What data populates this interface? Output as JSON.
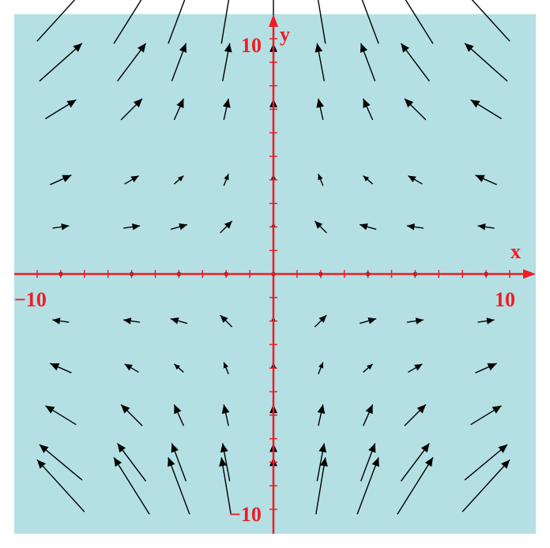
{
  "chart_data": {
    "type": "vector-field",
    "title": "",
    "xlabel": "x",
    "ylabel": "y",
    "xlim": [
      -11,
      11
    ],
    "ylim": [
      -11,
      11
    ],
    "tick_labels": {
      "x_min": "−10",
      "x_max": "10",
      "y_max": "10",
      "y_min": "−10"
    },
    "grid": false,
    "colors": {
      "background": "#b4e0e4",
      "axes": "#ee1c24",
      "arrows": "#000000"
    },
    "x": [
      -9,
      -6,
      -4,
      -2,
      0,
      2,
      4,
      6,
      9
    ],
    "y": [
      11,
      9,
      7,
      4,
      2,
      0,
      -2,
      -4,
      -6,
      -8,
      -9
    ],
    "vectors": [
      {
        "x": -9,
        "y": 11,
        "u": 2.0,
        "v": 2.2
      },
      {
        "x": -6,
        "y": 11,
        "u": 1.5,
        "v": 2.4
      },
      {
        "x": -4,
        "y": 11,
        "u": 0.9,
        "v": 2.4
      },
      {
        "x": -2,
        "y": 11,
        "u": 0.4,
        "v": 2.4
      },
      {
        "x": 0,
        "y": 11,
        "u": 0,
        "v": 2.4
      },
      {
        "x": 2,
        "y": 11,
        "u": -0.4,
        "v": 2.4
      },
      {
        "x": 4,
        "y": 11,
        "u": -0.9,
        "v": 2.4
      },
      {
        "x": 6,
        "y": 11,
        "u": -1.5,
        "v": 2.4
      },
      {
        "x": 9,
        "y": 11,
        "u": -2.0,
        "v": 2.2
      },
      {
        "x": -9,
        "y": 9,
        "u": 1.8,
        "v": 1.6
      },
      {
        "x": -6,
        "y": 9,
        "u": 1.2,
        "v": 1.6
      },
      {
        "x": -4,
        "y": 9,
        "u": 0.6,
        "v": 1.6
      },
      {
        "x": -2,
        "y": 9,
        "u": 0.3,
        "v": 1.6
      },
      {
        "x": 0,
        "y": 9,
        "u": 0,
        "v": 1.6
      },
      {
        "x": 2,
        "y": 9,
        "u": -0.3,
        "v": 1.6
      },
      {
        "x": 4,
        "y": 9,
        "u": -0.6,
        "v": 1.6
      },
      {
        "x": 6,
        "y": 9,
        "u": -1.2,
        "v": 1.6
      },
      {
        "x": 9,
        "y": 9,
        "u": -1.8,
        "v": 1.6
      },
      {
        "x": -9,
        "y": 7,
        "u": 1.3,
        "v": 0.8
      },
      {
        "x": -6,
        "y": 7,
        "u": 0.9,
        "v": 0.9
      },
      {
        "x": -4,
        "y": 7,
        "u": 0.4,
        "v": 0.9
      },
      {
        "x": -2,
        "y": 7,
        "u": 0.2,
        "v": 0.9
      },
      {
        "x": 0,
        "y": 7,
        "u": 0,
        "v": 0.9
      },
      {
        "x": 2,
        "y": 7,
        "u": -0.2,
        "v": 0.9
      },
      {
        "x": 4,
        "y": 7,
        "u": -0.4,
        "v": 0.9
      },
      {
        "x": 6,
        "y": 7,
        "u": -0.9,
        "v": 0.9
      },
      {
        "x": 9,
        "y": 7,
        "u": -1.3,
        "v": 0.8
      },
      {
        "x": -9,
        "y": 4,
        "u": 0.9,
        "v": 0.4
      },
      {
        "x": -6,
        "y": 4,
        "u": 0.6,
        "v": 0.35
      },
      {
        "x": -4,
        "y": 4,
        "u": 0.4,
        "v": 0.35
      },
      {
        "x": -2,
        "y": 4,
        "u": 0.2,
        "v": 0.5
      },
      {
        "x": 0,
        "y": 4,
        "u": 0,
        "v": 0.5
      },
      {
        "x": 2,
        "y": 4,
        "u": -0.2,
        "v": 0.5
      },
      {
        "x": 4,
        "y": 4,
        "u": -0.4,
        "v": 0.35
      },
      {
        "x": 6,
        "y": 4,
        "u": -0.6,
        "v": 0.35
      },
      {
        "x": 9,
        "y": 4,
        "u": -0.9,
        "v": 0.4
      },
      {
        "x": -9,
        "y": 2,
        "u": 0.7,
        "v": 0.1
      },
      {
        "x": -6,
        "y": 2,
        "u": 0.7,
        "v": 0.1
      },
      {
        "x": -4,
        "y": 2,
        "u": 0.7,
        "v": 0.2
      },
      {
        "x": -2,
        "y": 2,
        "u": 0.5,
        "v": 0.5
      },
      {
        "x": 0,
        "y": 2,
        "u": 0,
        "v": 0.4
      },
      {
        "x": 2,
        "y": 2,
        "u": -0.5,
        "v": 0.5
      },
      {
        "x": 4,
        "y": 2,
        "u": -0.7,
        "v": 0.2
      },
      {
        "x": 6,
        "y": 2,
        "u": -0.7,
        "v": 0.1
      },
      {
        "x": 9,
        "y": 2,
        "u": -0.7,
        "v": 0.1
      },
      {
        "x": -9,
        "y": 0,
        "u": 0,
        "v": 0
      },
      {
        "x": -6,
        "y": 0,
        "u": 0,
        "v": 0
      },
      {
        "x": -4,
        "y": 0,
        "u": 0,
        "v": 0
      },
      {
        "x": -2,
        "y": 0,
        "u": 0,
        "v": 0
      },
      {
        "x": 0,
        "y": 0,
        "u": 0,
        "v": 0
      },
      {
        "x": 2,
        "y": 0,
        "u": 0,
        "v": 0
      },
      {
        "x": 4,
        "y": 0,
        "u": 0,
        "v": 0
      },
      {
        "x": 6,
        "y": 0,
        "u": 0,
        "v": 0
      },
      {
        "x": 9,
        "y": 0,
        "u": 0,
        "v": 0
      },
      {
        "x": -9,
        "y": -2,
        "u": -0.7,
        "v": 0.1
      },
      {
        "x": -6,
        "y": -2,
        "u": -0.7,
        "v": 0.1
      },
      {
        "x": -4,
        "y": -2,
        "u": -0.7,
        "v": 0.2
      },
      {
        "x": -2,
        "y": -2,
        "u": -0.5,
        "v": 0.5
      },
      {
        "x": 0,
        "y": -2,
        "u": 0,
        "v": 0.4
      },
      {
        "x": 2,
        "y": -2,
        "u": 0.5,
        "v": 0.5
      },
      {
        "x": 4,
        "y": -2,
        "u": 0.7,
        "v": 0.2
      },
      {
        "x": 6,
        "y": -2,
        "u": 0.7,
        "v": 0.1
      },
      {
        "x": 9,
        "y": -2,
        "u": 0.7,
        "v": 0.1
      },
      {
        "x": -9,
        "y": -4,
        "u": -0.9,
        "v": 0.4
      },
      {
        "x": -6,
        "y": -4,
        "u": -0.6,
        "v": 0.35
      },
      {
        "x": -4,
        "y": -4,
        "u": -0.4,
        "v": 0.35
      },
      {
        "x": -2,
        "y": -4,
        "u": -0.2,
        "v": 0.5
      },
      {
        "x": 0,
        "y": -4,
        "u": 0,
        "v": 0.5
      },
      {
        "x": 2,
        "y": -4,
        "u": 0.2,
        "v": 0.5
      },
      {
        "x": 4,
        "y": -4,
        "u": 0.4,
        "v": 0.35
      },
      {
        "x": 6,
        "y": -4,
        "u": 0.6,
        "v": 0.35
      },
      {
        "x": 9,
        "y": -4,
        "u": 0.9,
        "v": 0.4
      },
      {
        "x": -9,
        "y": -6,
        "u": -1.3,
        "v": 0.8
      },
      {
        "x": -6,
        "y": -6,
        "u": -0.9,
        "v": 0.9
      },
      {
        "x": -4,
        "y": -6,
        "u": -0.4,
        "v": 0.9
      },
      {
        "x": -2,
        "y": -6,
        "u": -0.2,
        "v": 0.9
      },
      {
        "x": 0,
        "y": -6,
        "u": 0,
        "v": 0.9
      },
      {
        "x": 2,
        "y": -6,
        "u": 0.2,
        "v": 0.9
      },
      {
        "x": 4,
        "y": -6,
        "u": 0.4,
        "v": 0.9
      },
      {
        "x": 6,
        "y": -6,
        "u": 0.9,
        "v": 0.9
      },
      {
        "x": 9,
        "y": -6,
        "u": 1.3,
        "v": 0.8
      },
      {
        "x": -9,
        "y": -8,
        "u": -1.8,
        "v": 1.5
      },
      {
        "x": -6,
        "y": -8,
        "u": -1.2,
        "v": 1.6
      },
      {
        "x": -4,
        "y": -8,
        "u": -0.6,
        "v": 1.6
      },
      {
        "x": -2,
        "y": -8,
        "u": -0.3,
        "v": 1.6
      },
      {
        "x": 0,
        "y": -8,
        "u": 0,
        "v": 1.6
      },
      {
        "x": 2,
        "y": -8,
        "u": 0.3,
        "v": 1.6
      },
      {
        "x": 4,
        "y": -8,
        "u": 0.6,
        "v": 1.6
      },
      {
        "x": 6,
        "y": -8,
        "u": 1.2,
        "v": 1.6
      },
      {
        "x": 9,
        "y": -8,
        "u": 1.8,
        "v": 1.5
      },
      {
        "x": -9,
        "y": -9,
        "u": -2.0,
        "v": 2.2
      },
      {
        "x": -6,
        "y": -9,
        "u": -1.5,
        "v": 2.4
      },
      {
        "x": -4,
        "y": -9,
        "u": -0.9,
        "v": 2.4
      },
      {
        "x": -2,
        "y": -9,
        "u": -0.4,
        "v": 2.4
      },
      {
        "x": 0,
        "y": -9,
        "u": 0,
        "v": 2.4
      },
      {
        "x": 2,
        "y": -9,
        "u": 0.4,
        "v": 2.4
      },
      {
        "x": 4,
        "y": -9,
        "u": 0.9,
        "v": 2.4
      },
      {
        "x": 6,
        "y": -9,
        "u": 1.5,
        "v": 2.4
      },
      {
        "x": 9,
        "y": -9,
        "u": 2.0,
        "v": 2.2
      }
    ]
  }
}
